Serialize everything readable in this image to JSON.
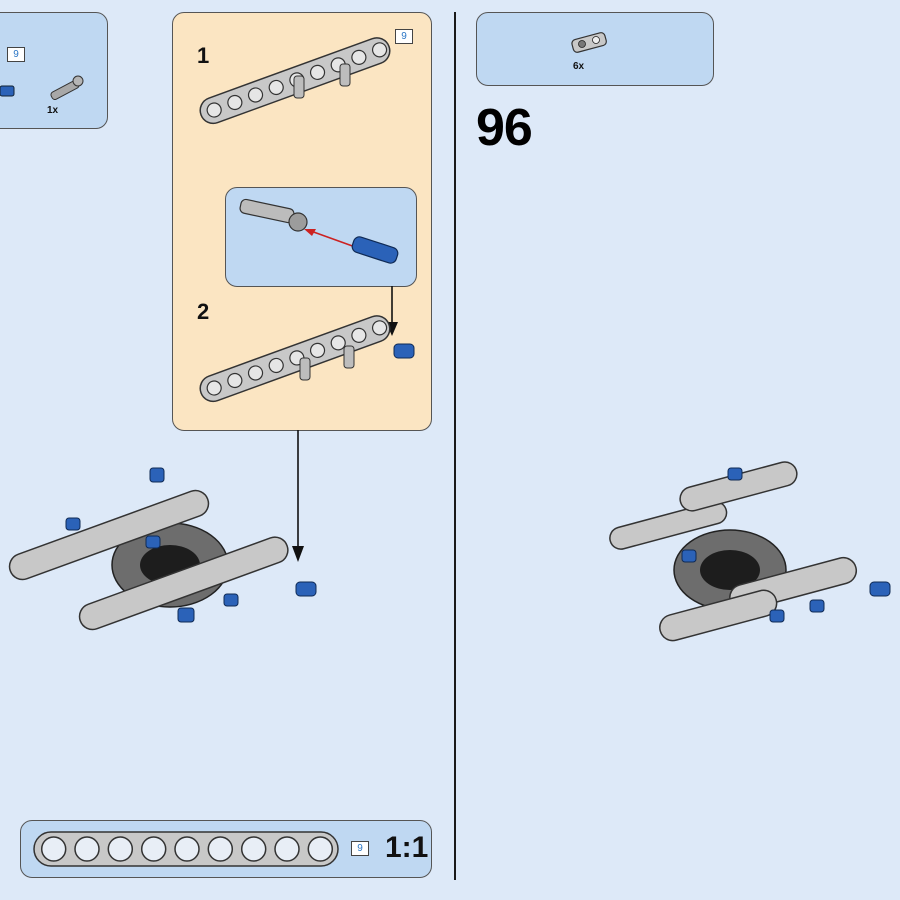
{
  "previous_step_parts": {
    "badge": "9",
    "quantity": "1x",
    "colors": {
      "blue_pin": "#2b62b8",
      "gray_pin": "#9a9a9a"
    }
  },
  "callout": {
    "beam_badge": "9",
    "substep_1": "1",
    "substep_2": "2",
    "colors": {
      "background": "#fbe5c2",
      "arrow": "#cc2222"
    }
  },
  "step": {
    "number": "96",
    "parts_quantity": "6x"
  },
  "scale_box": {
    "badge": "9",
    "label": "1:1",
    "hole_count": 9
  },
  "colors": {
    "page_background": "#dde9f8",
    "parts_box": "#bfd8f2",
    "light_gray_part": "#c8c8c8",
    "dark_gray_part": "#555555",
    "blue_part": "#2b62b8"
  }
}
